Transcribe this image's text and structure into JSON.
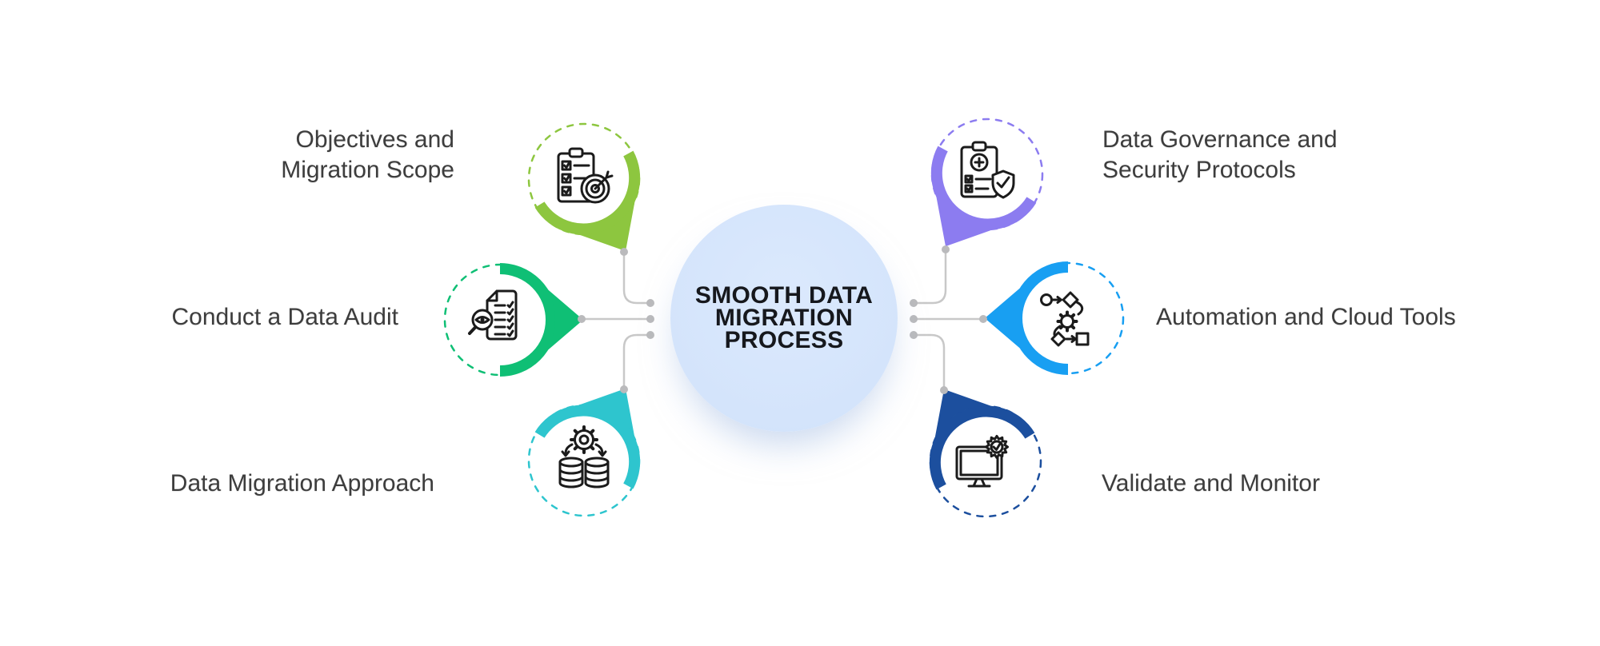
{
  "center": {
    "title": "SMOOTH DATA\nMIGRATION\nPROCESS",
    "fill_color": "#d6e5fb",
    "text_color": "#16181d"
  },
  "nodes": [
    {
      "label": "Objectives and\nMigration Scope",
      "color": "#8DC63F",
      "icon": "clipboard-checklist-target-icon",
      "position": "top-left"
    },
    {
      "label": "Conduct a Data Audit",
      "color": "#0FBF75",
      "icon": "document-audit-magnifier-icon",
      "position": "middle-left"
    },
    {
      "label": "Data Migration Approach",
      "color": "#2EC5CE",
      "icon": "gear-databases-icon",
      "position": "bottom-left"
    },
    {
      "label": "Data Governance and\nSecurity Protocols",
      "color": "#8C7CF0",
      "icon": "clipboard-shield-check-icon",
      "position": "top-right"
    },
    {
      "label": "Automation and Cloud Tools",
      "color": "#189FF2",
      "icon": "flowchart-gear-icon",
      "position": "middle-right"
    },
    {
      "label": "Validate and Monitor",
      "color": "#1C4F9E",
      "icon": "monitor-badge-check-icon",
      "position": "bottom-right"
    }
  ],
  "connectors": {
    "line_color": "#C8C8C8",
    "dot_color": "#BABABC"
  },
  "label_text_color": "#3d3d3d"
}
